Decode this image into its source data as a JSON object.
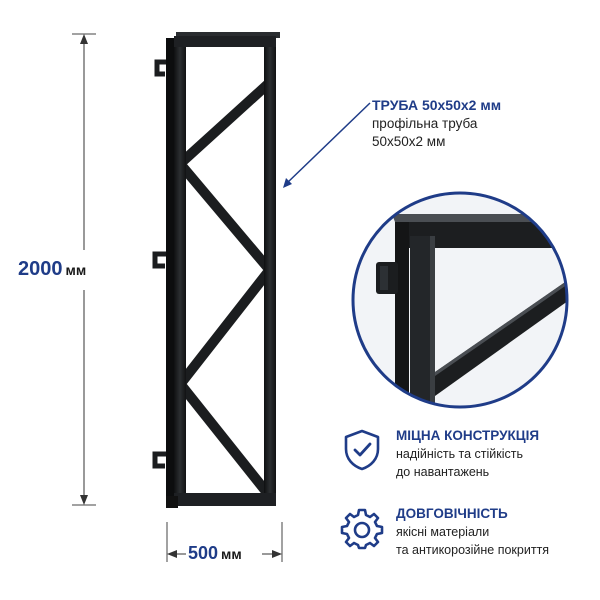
{
  "dimensions": {
    "height_value": "2000",
    "height_unit": "мм",
    "width_value": "500",
    "width_unit": "мм"
  },
  "callout": {
    "title": "ТРУБА 50х50х2 мм",
    "line1": "профільна труба",
    "line2": "50х50х2 мм"
  },
  "features": [
    {
      "icon": "shield-check-icon",
      "title": "МІЦНА КОНСТРУКЦІЯ",
      "line1": "надійність та стійкість",
      "line2": "до навантажень"
    },
    {
      "icon": "gear-icon",
      "title": "ДОВГОВІЧНІСТЬ",
      "line1": "якісні матеріали",
      "line2": "та антикорозійне покриття"
    }
  ],
  "colors": {
    "accent": "#1f3c88",
    "frame": "#1b1d1f",
    "text": "#222222"
  }
}
